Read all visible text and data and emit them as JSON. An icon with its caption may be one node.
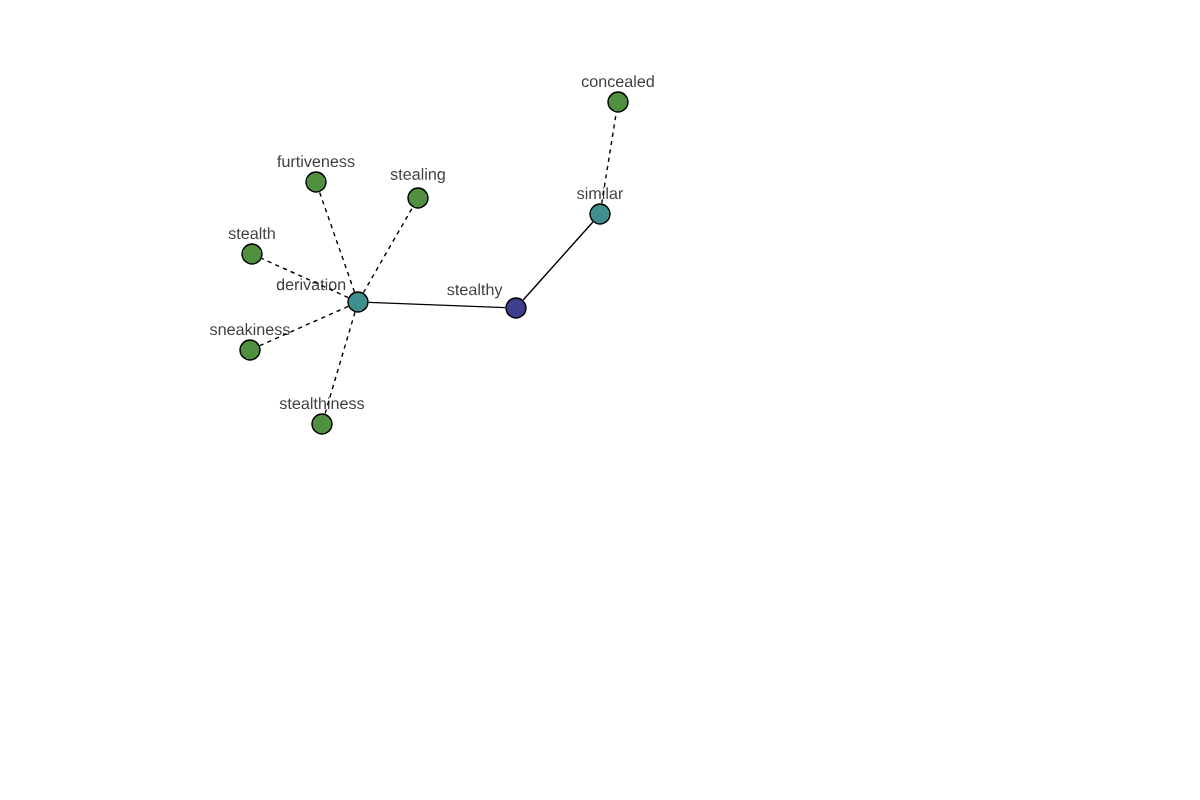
{
  "diagram": {
    "nodes": [
      {
        "text": [
          "stealthy"
        ]
      },
      {
        "text": [
          "similar"
        ]
      },
      {
        "text": [
          "concealed"
        ]
      },
      {
        "text": [
          "derivation"
        ]
      },
      {
        "text": [
          "furtiveness"
        ]
      },
      {
        "text": [
          "stealing"
        ]
      },
      {
        "text": [
          "stealth"
        ]
      },
      {
        "text": [
          "sneakiness"
        ]
      },
      {
        "text": [
          "stealthiness"
        ]
      }
    ],
    "edges": [
      {
        "from": 0,
        "to": 1,
        "arrow": "none"
      },
      {
        "from": 1,
        "to": 2,
        "arrow": "none",
        "style": "dashed"
      },
      {
        "from": 0,
        "to": 3,
        "arrow": "none"
      },
      {
        "from": 3,
        "to": 4,
        "arrow": "none",
        "style": "dashed"
      },
      {
        "from": 3,
        "to": 5,
        "arrow": "none",
        "style": "dashed"
      },
      {
        "from": 3,
        "to": 6,
        "arrow": "none",
        "style": "dashed"
      },
      {
        "from": 3,
        "to": 7,
        "arrow": "none",
        "style": "dashed"
      },
      {
        "from": 3,
        "to": 8,
        "arrow": "none",
        "style": "dashed"
      }
    ]
  }
}
